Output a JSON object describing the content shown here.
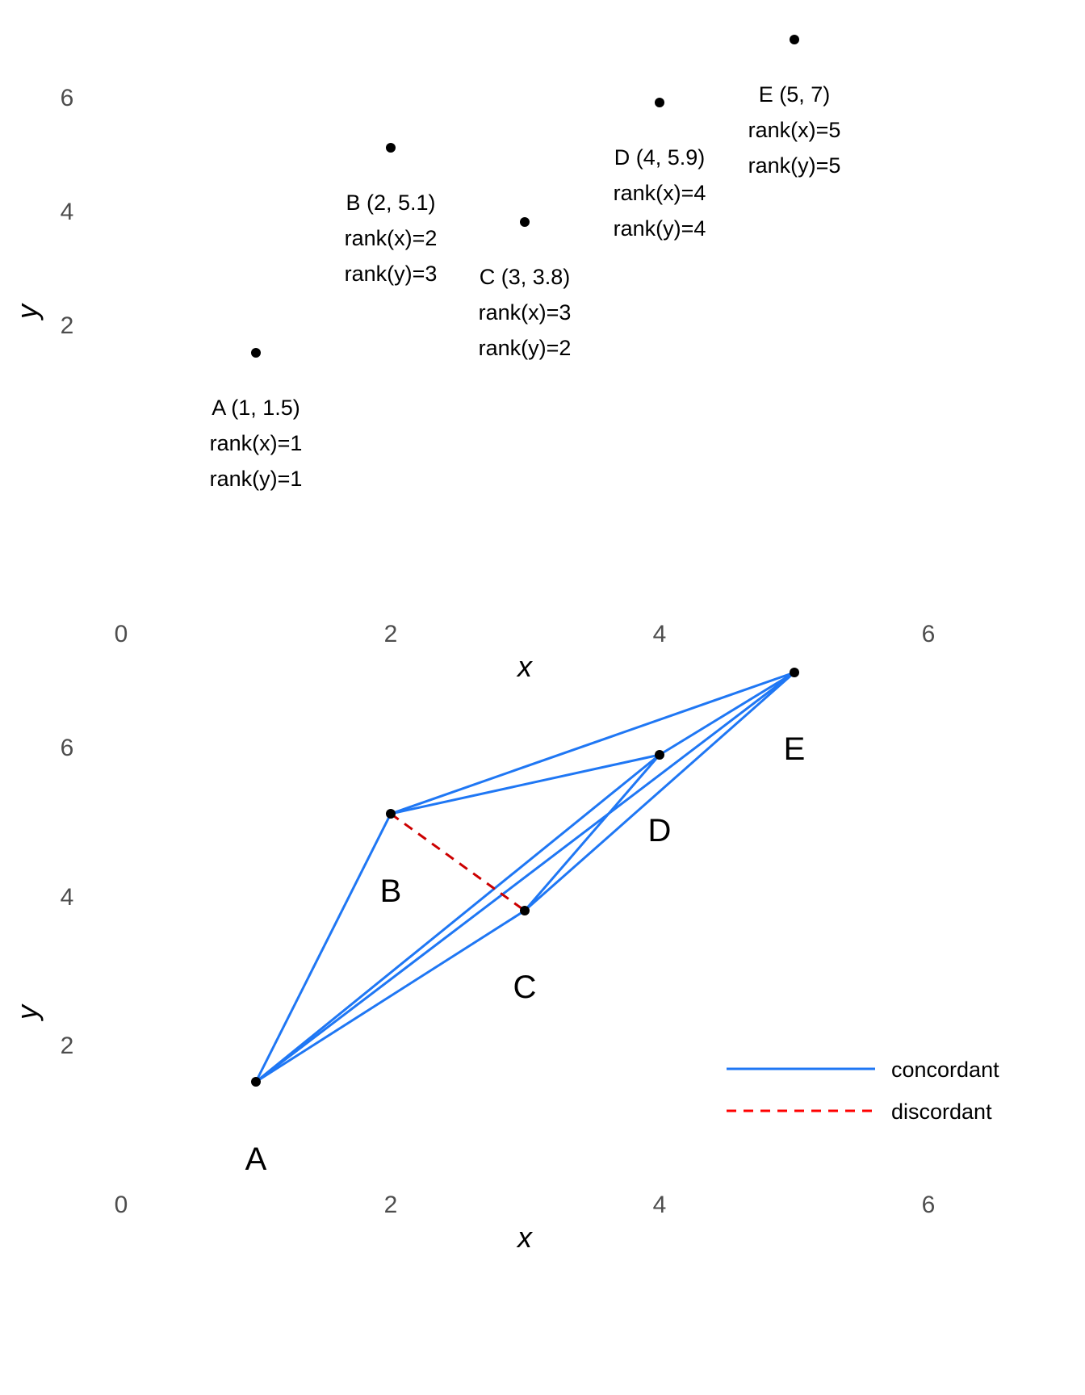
{
  "chart_data": [
    {
      "type": "scatter",
      "title": "",
      "xlabel": "x",
      "ylabel": "y",
      "xlim": [
        0,
        6
      ],
      "ylim": [
        0,
        7
      ],
      "x_ticks": [
        0,
        2,
        4,
        6
      ],
      "y_ticks": [
        2,
        4,
        6
      ],
      "grid": false,
      "points": [
        {
          "name": "A",
          "x": 1,
          "y": 1.5,
          "rank_x": 1,
          "rank_y": 1,
          "label_lines": [
            "A (1, 1.5)",
            "rank(x)=1",
            "rank(y)=1"
          ]
        },
        {
          "name": "B",
          "x": 2,
          "y": 5.1,
          "rank_x": 2,
          "rank_y": 3,
          "label_lines": [
            "B (2, 5.1)",
            "rank(x)=2",
            "rank(y)=3"
          ]
        },
        {
          "name": "C",
          "x": 3,
          "y": 3.8,
          "rank_x": 3,
          "rank_y": 2,
          "label_lines": [
            "C (3, 3.8)",
            "rank(x)=3",
            "rank(y)=2"
          ]
        },
        {
          "name": "D",
          "x": 4,
          "y": 5.9,
          "rank_x": 4,
          "rank_y": 4,
          "label_lines": [
            "D (4, 5.9)",
            "rank(x)=4",
            "rank(y)=4"
          ]
        },
        {
          "name": "E",
          "x": 5,
          "y": 7,
          "rank_x": 5,
          "rank_y": 5,
          "label_lines": [
            "E (5, 7)",
            "rank(x)=5",
            "rank(y)=5"
          ]
        }
      ]
    },
    {
      "type": "line",
      "title": "",
      "xlabel": "x",
      "ylabel": "y",
      "xlim": [
        0,
        6
      ],
      "ylim": [
        0,
        7
      ],
      "x_ticks": [
        0,
        2,
        4,
        6
      ],
      "y_ticks": [
        2,
        4,
        6
      ],
      "grid": false,
      "points": [
        {
          "name": "A",
          "x": 1,
          "y": 1.5
        },
        {
          "name": "B",
          "x": 2,
          "y": 5.1
        },
        {
          "name": "C",
          "x": 3,
          "y": 3.8
        },
        {
          "name": "D",
          "x": 4,
          "y": 5.9
        },
        {
          "name": "E",
          "x": 5,
          "y": 7
        }
      ],
      "pairs": [
        {
          "from": "A",
          "to": "B",
          "type": "concordant"
        },
        {
          "from": "A",
          "to": "C",
          "type": "concordant"
        },
        {
          "from": "A",
          "to": "D",
          "type": "concordant"
        },
        {
          "from": "A",
          "to": "E",
          "type": "concordant"
        },
        {
          "from": "B",
          "to": "C",
          "type": "discordant"
        },
        {
          "from": "B",
          "to": "D",
          "type": "concordant"
        },
        {
          "from": "B",
          "to": "E",
          "type": "concordant"
        },
        {
          "from": "C",
          "to": "D",
          "type": "concordant"
        },
        {
          "from": "C",
          "to": "E",
          "type": "concordant"
        },
        {
          "from": "D",
          "to": "E",
          "type": "concordant"
        }
      ],
      "legend": {
        "position": "inside-right",
        "entries": [
          {
            "label": "concordant",
            "color": "#1f77f4",
            "style": "solid"
          },
          {
            "label": "discordant",
            "color": "#ff0000",
            "style": "dashed"
          }
        ]
      }
    }
  ],
  "top": {
    "x_title": "x",
    "y_title": "y",
    "x_ticks": [
      "0",
      "2",
      "4",
      "6"
    ],
    "y_ticks": [
      "2",
      "4",
      "6"
    ],
    "labels": {
      "A": [
        "A (1, 1.5)",
        "rank(x)=1",
        "rank(y)=1"
      ],
      "B": [
        "B (2, 5.1)",
        "rank(x)=2",
        "rank(y)=3"
      ],
      "C": [
        "C (3, 3.8)",
        "rank(x)=3",
        "rank(y)=2"
      ],
      "D": [
        "D (4, 5.9)",
        "rank(x)=4",
        "rank(y)=4"
      ],
      "E": [
        "E (5, 7)",
        "rank(x)=5",
        "rank(y)=5"
      ]
    }
  },
  "bottom": {
    "x_title": "x",
    "y_title": "y",
    "x_ticks": [
      "0",
      "2",
      "4",
      "6"
    ],
    "y_ticks": [
      "2",
      "4",
      "6"
    ],
    "point_labels": {
      "A": "A",
      "B": "B",
      "C": "C",
      "D": "D",
      "E": "E"
    },
    "legend": {
      "concordant": "concordant",
      "discordant": "discordant"
    }
  },
  "colors": {
    "concordant": "#1f77f4",
    "discordant_line": "#cc0000",
    "discordant_legend": "#ff0000",
    "point": "#000000",
    "tick": "#4d4d4d"
  }
}
